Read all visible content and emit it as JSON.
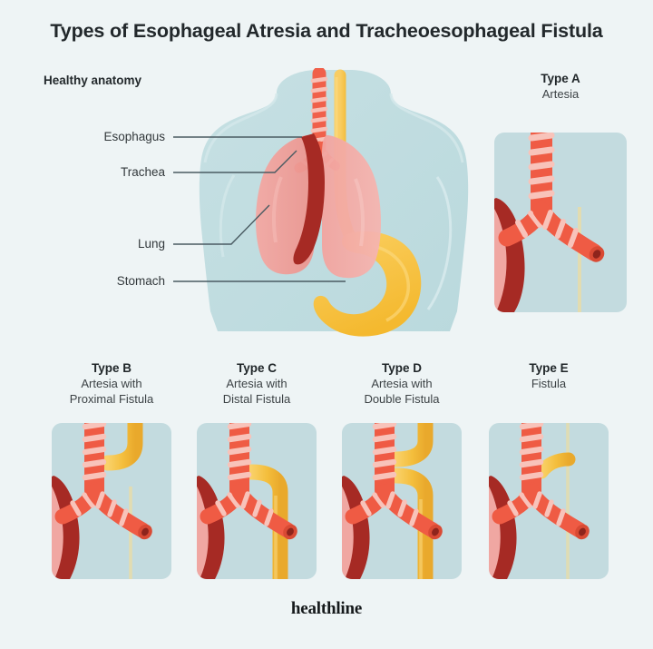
{
  "title": "Types of Esophageal Atresia and Tracheoesophageal Fistula",
  "brand": "healthline",
  "healthy": {
    "label": "Healthy anatomy",
    "callouts": [
      {
        "text": "Esophagus"
      },
      {
        "text": "Trachea"
      },
      {
        "text": "Lung"
      },
      {
        "text": "Stomach"
      }
    ]
  },
  "panels": [
    {
      "id": "type-a",
      "title": "Type A",
      "subtitle": "Artesia",
      "subtitle2": ""
    },
    {
      "id": "type-b",
      "title": "Type B",
      "subtitle": "Artesia with",
      "subtitle2": "Proximal Fistula"
    },
    {
      "id": "type-c",
      "title": "Type C",
      "subtitle": "Artesia with",
      "subtitle2": "Distal Fistula"
    },
    {
      "id": "type-d",
      "title": "Type D",
      "subtitle": "Artesia with",
      "subtitle2": "Double Fistula"
    },
    {
      "id": "type-e",
      "title": "Type E",
      "subtitle": "Fistula",
      "subtitle2": ""
    }
  ],
  "colors": {
    "background": "#eef4f5",
    "panel_fill": "#c3dbdf",
    "trachea_red": "#ef5b44",
    "trachea_light": "#f6b9ae",
    "esophagus_yellow": "#f6c245",
    "esophagus_yellow_dark": "#eaa92f",
    "aorta_dark_red": "#a62a24",
    "lung_pink": "#f3a9a4",
    "body_teal": "#bfdde1",
    "stomach_yellow": "#f7c64b",
    "text_dark": "#22282b"
  }
}
